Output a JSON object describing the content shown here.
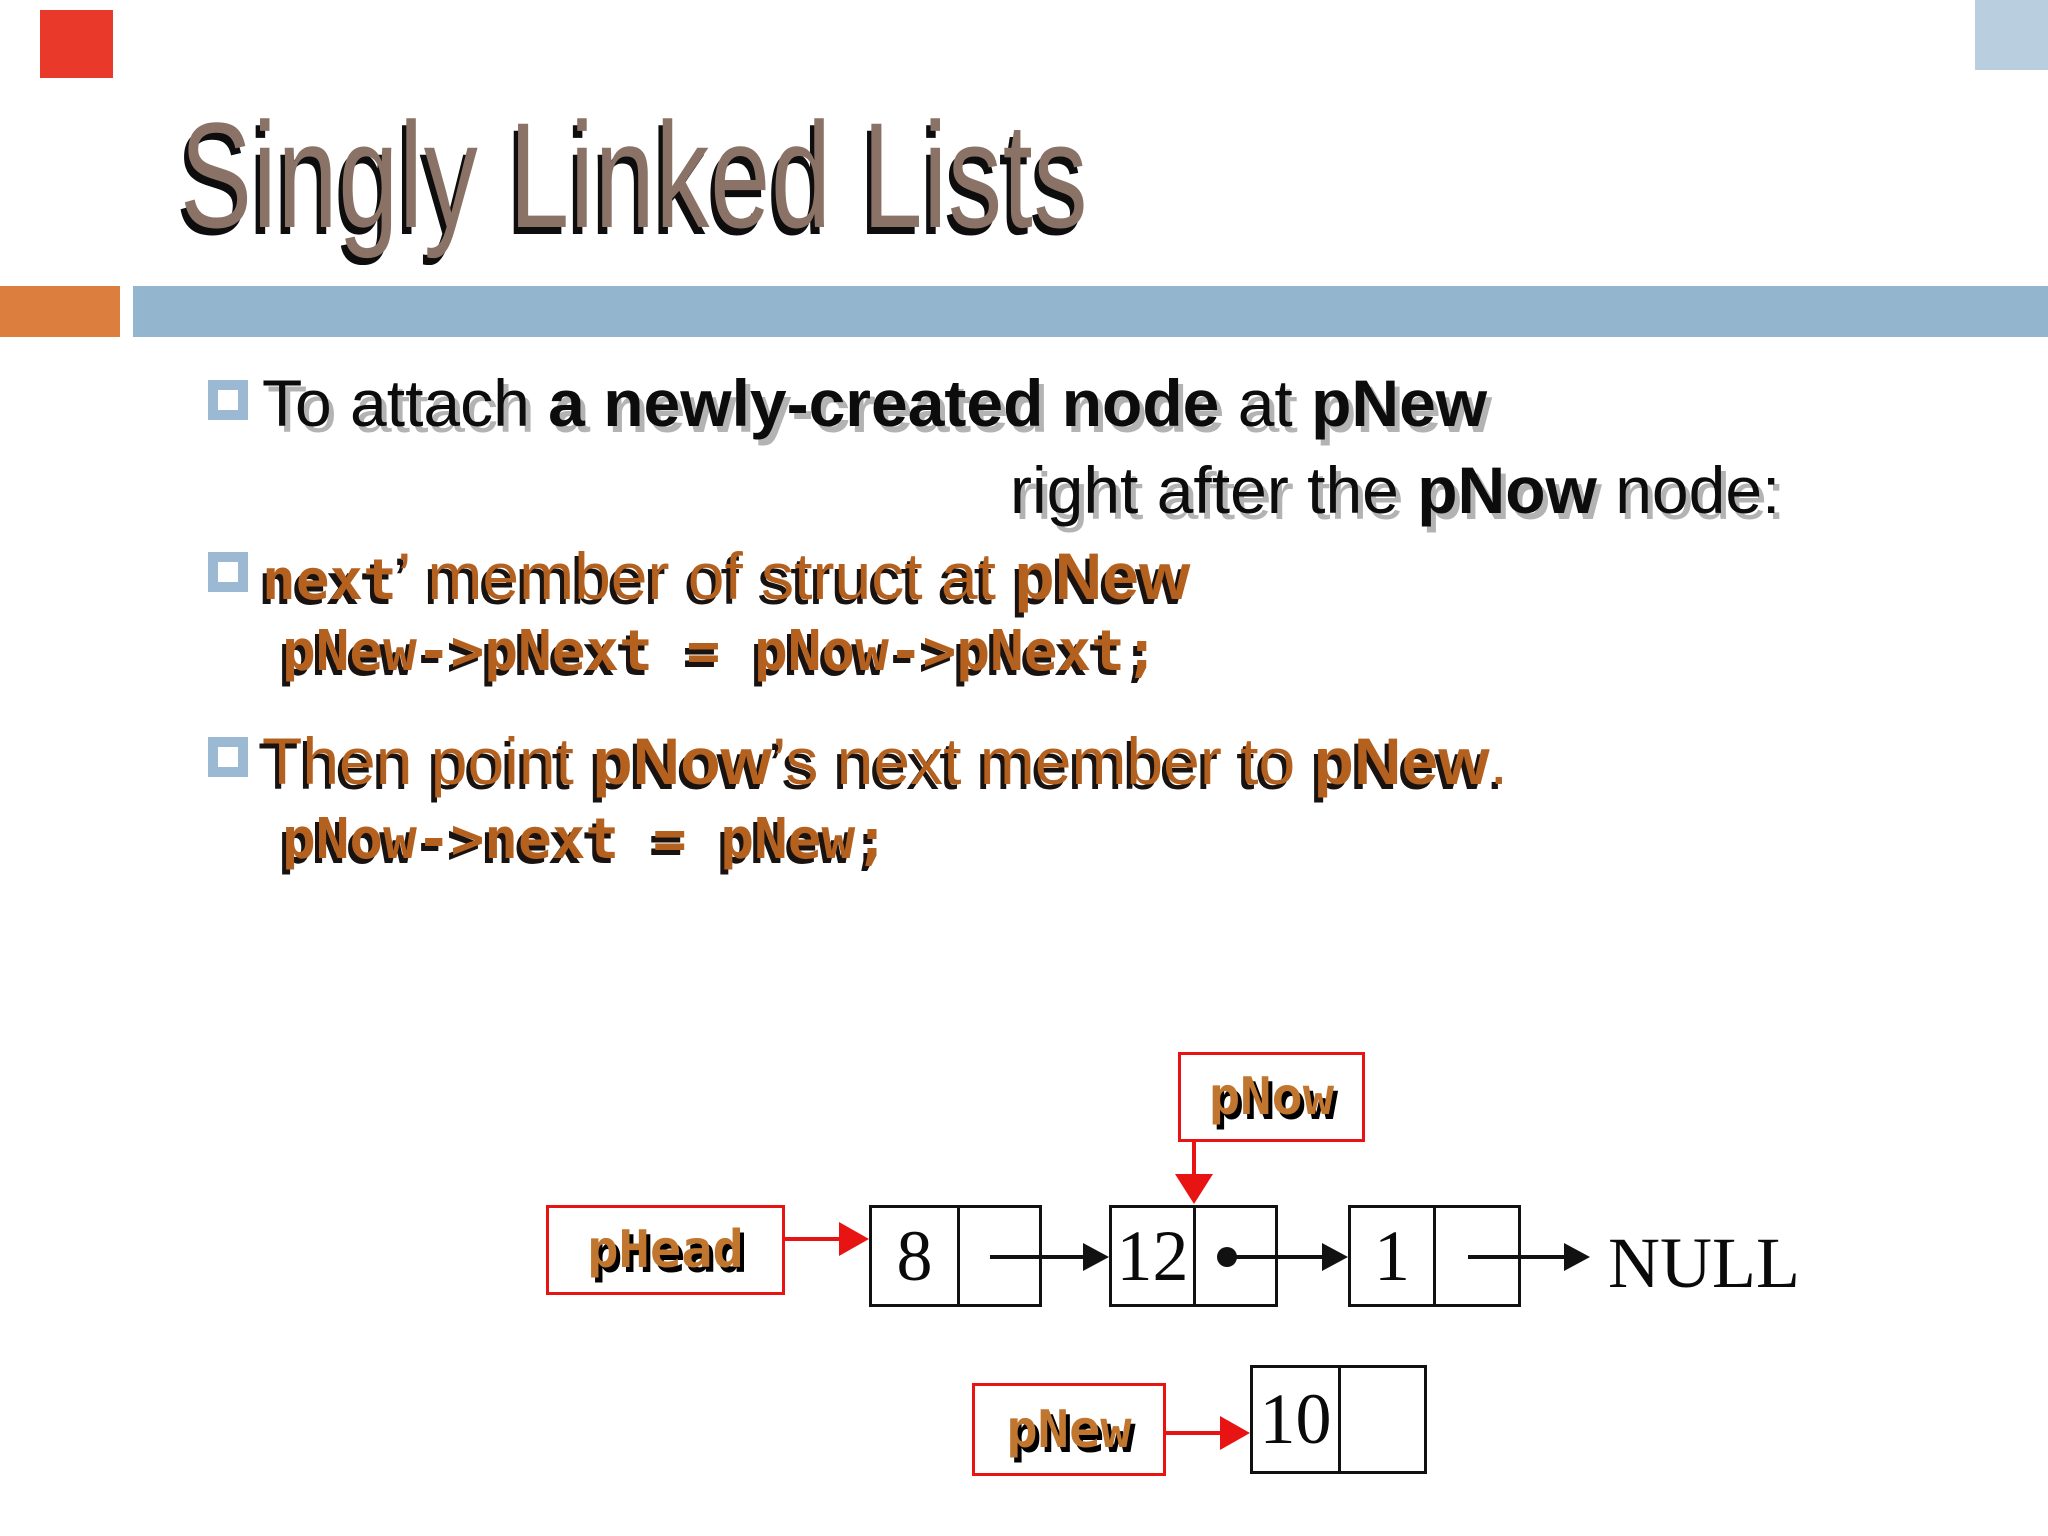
{
  "slide": {
    "title": "Singly Linked Lists",
    "bullets": {
      "b1_line1": {
        "pre": "To attach ",
        "bold1": "a newly-created node",
        "mid": " at ",
        "bold2": "pNew"
      },
      "b1_line2": {
        "pre": "right after the ",
        "bold": "pNow",
        "post": " node:"
      },
      "b2": {
        "mono": "next",
        "quote": "’",
        "mid": " member of struct at ",
        "bold": "pNew"
      },
      "code1": "pNew->pNext = pNow->pNext;",
      "b3": {
        "pre": "Then point ",
        "bold1": "pNow",
        "mid": "’s next member to ",
        "bold2": "pNew",
        "post": "."
      },
      "code2": "pNow->next = pNew;"
    },
    "diagram": {
      "pnow_label": "pNow",
      "phead_label": "pHead",
      "pnew_label": "pNew",
      "nodes": [
        {
          "value": "8"
        },
        {
          "value": "12"
        },
        {
          "value": "1"
        }
      ],
      "new_node": {
        "value": "10"
      },
      "null_label": "NULL"
    },
    "colors": {
      "title": "#8a7266",
      "accent_orange_bar": "#dc7f3e",
      "accent_blue_bar": "#93b5cd",
      "body_orange": "#b4611f",
      "body_black": "#0c0c0c",
      "pointer_red": "#e81414",
      "bullet_square_blue": "#9cb9d4",
      "corner_tab_red": "#e8392b",
      "corner_tab_blue": "#b9cede"
    }
  }
}
